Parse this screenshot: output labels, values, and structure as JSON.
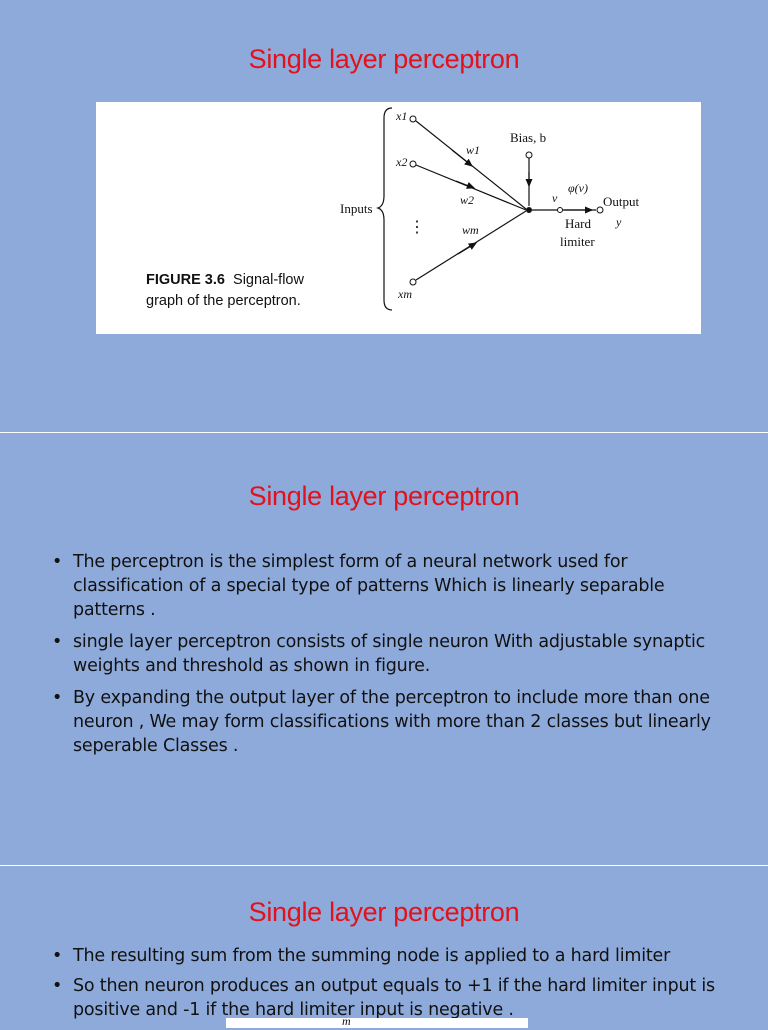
{
  "slides": [
    {
      "title": "Single layer perceptron",
      "figure": {
        "caption_label": "FIGURE 3.6",
        "caption_text_1": "Signal-flow",
        "caption_text_2": "graph of the perceptron.",
        "inputs_label": "Inputs",
        "x1": "x1",
        "x2": "x2",
        "xm": "xm",
        "w1": "w1",
        "w2": "w2",
        "wm": "wm",
        "dots": "⋮",
        "bias_label": "Bias, b",
        "v_label": "v",
        "phi_label": "φ(v)",
        "output_label": "Output",
        "y_label": "y",
        "hard_label": "Hard",
        "limiter_label": "limiter"
      }
    },
    {
      "title": "Single layer perceptron",
      "bullets": [
        "The perceptron is the simplest form of a neural network used for classification of a special type of patterns Which is linearly separable patterns .",
        "single layer perceptron consists of single neuron With adjustable synaptic weights and threshold  as shown in figure.",
        "By expanding the output layer of the perceptron  to include more than one neuron , We may form classifications with more than 2 classes but linearly seperable Classes ."
      ]
    },
    {
      "title": "Single layer perceptron",
      "bullets": [
        "The resulting sum from the summing node is applied to a hard limiter",
        "So then neuron produces an output equals to +1 if the hard limiter input is positive and -1 if the hard limiter input is negative ."
      ],
      "partial_label": "m"
    }
  ]
}
